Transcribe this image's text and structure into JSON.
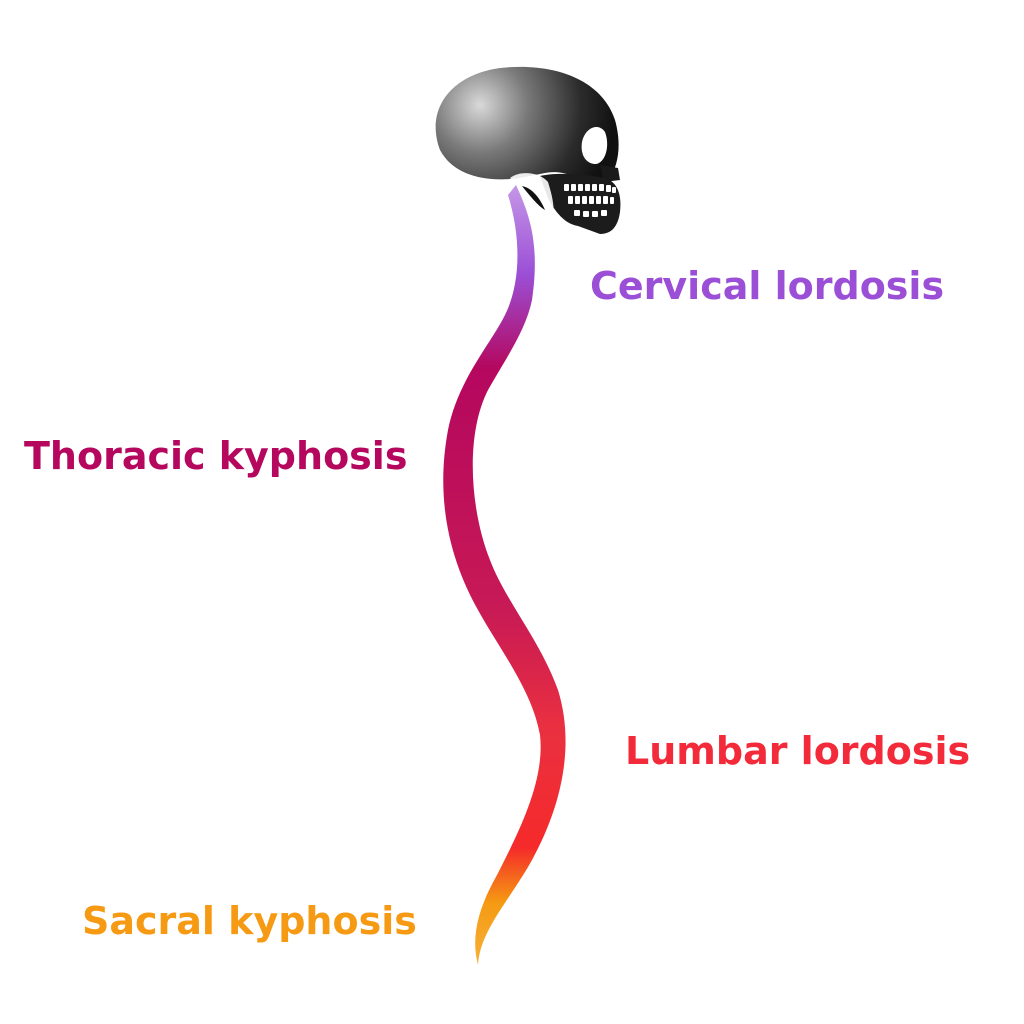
{
  "colors": {
    "cervical": "#9b4fd6",
    "thoracic": "#b5075e",
    "lumbar": "#f22a3a",
    "sacral": "#f59a12",
    "skull": "#2b2b2b"
  },
  "icons": {
    "skull": "skull-icon",
    "spine": "spine-curve"
  },
  "labels": {
    "cervical": "Cervical lordosis",
    "thoracic": "Thoracic kyphosis",
    "lumbar": "Lumbar lordosis",
    "sacral": "Sacral kyphosis"
  }
}
